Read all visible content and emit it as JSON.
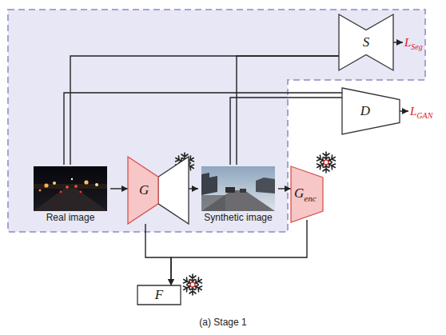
{
  "diagram": {
    "caption": "(a) Stage 1",
    "nodes": [
      {
        "text": [
          "S"
        ]
      },
      {
        "text": [
          "D"
        ]
      },
      {
        "text": [
          "Real image"
        ]
      },
      {
        "text": [
          "G"
        ]
      },
      {
        "text": [
          "Synthetic image"
        ]
      },
      {
        "text": [
          "G",
          "enc"
        ]
      },
      {
        "text": [
          "F"
        ]
      }
    ],
    "edges": [
      {
        "from": 2,
        "to": 3,
        "arrow": "to"
      },
      {
        "from": 3,
        "to": 4,
        "arrow": "to"
      },
      {
        "from": 4,
        "to": 5,
        "arrow": "to"
      },
      {
        "from": 2,
        "to": 0,
        "arrow": "none"
      },
      {
        "from": 4,
        "to": 0,
        "arrow": "none"
      },
      {
        "from": 2,
        "to": 1,
        "arrow": "none"
      },
      {
        "from": 4,
        "to": 1,
        "arrow": "none"
      },
      {
        "from": 3,
        "to": 6,
        "arrow": "to"
      },
      {
        "from": 5,
        "to": 6,
        "arrow": "to"
      }
    ],
    "labels": [
      "L",
      "Seg",
      "L",
      "GAN"
    ]
  }
}
